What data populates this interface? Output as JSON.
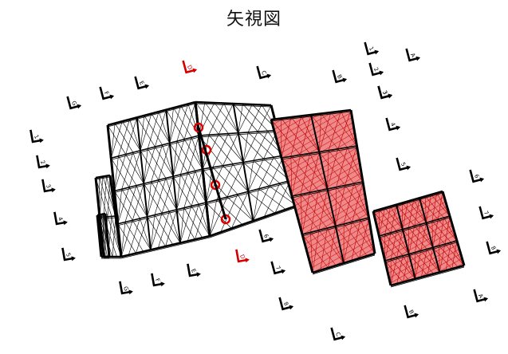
{
  "title": "矢視図",
  "colors": {
    "frame": "#000000",
    "highlight_fill": "#f08a8a",
    "highlight_stroke": "#c00000",
    "section_red": "#d40000",
    "node": "#e00000"
  },
  "markers": [
    {
      "label": "1"
    },
    {
      "label": "2"
    },
    {
      "label": "3"
    },
    {
      "label": "A"
    },
    {
      "label": "B"
    },
    {
      "label": "C"
    },
    {
      "label": "D",
      "red": true
    },
    {
      "label": "E"
    },
    {
      "label": "F"
    },
    {
      "label": "G"
    },
    {
      "label": "1"
    },
    {
      "label": "2"
    },
    {
      "label": "3"
    },
    {
      "label": "4"
    },
    {
      "label": "5"
    },
    {
      "label": "3"
    },
    {
      "label": "4"
    },
    {
      "label": "5"
    },
    {
      "label": "6"
    },
    {
      "label": "7"
    },
    {
      "label": "8"
    },
    {
      "label": "G"
    },
    {
      "label": "F"
    },
    {
      "label": "E"
    },
    {
      "label": "D",
      "red": true
    },
    {
      "label": "6"
    },
    {
      "label": "7"
    },
    {
      "label": "8"
    },
    {
      "label": "A"
    },
    {
      "label": "B"
    },
    {
      "label": "C"
    }
  ]
}
